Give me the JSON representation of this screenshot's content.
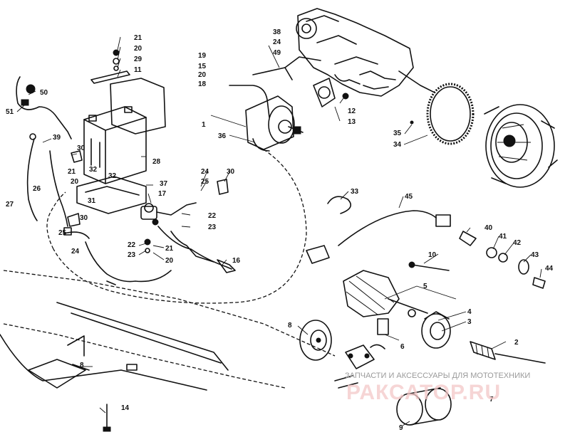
{
  "callouts": [
    {
      "id": "c1",
      "text": "1"
    },
    {
      "id": "c2",
      "text": "2"
    },
    {
      "id": "c3",
      "text": "3"
    },
    {
      "id": "c4",
      "text": "4"
    },
    {
      "id": "c5",
      "text": "5"
    },
    {
      "id": "c6",
      "text": "6"
    },
    {
      "id": "c7",
      "text": "7"
    },
    {
      "id": "c8",
      "text": "8"
    },
    {
      "id": "c9",
      "text": "9"
    },
    {
      "id": "c10",
      "text": "10"
    },
    {
      "id": "c11",
      "text": "11"
    },
    {
      "id": "c12",
      "text": "12"
    },
    {
      "id": "c13",
      "text": "13"
    },
    {
      "id": "c14",
      "text": "14"
    },
    {
      "id": "c15",
      "text": "15"
    },
    {
      "id": "c16",
      "text": "16"
    },
    {
      "id": "c17",
      "text": "17"
    },
    {
      "id": "c18",
      "text": "18"
    },
    {
      "id": "c19",
      "text": "19"
    },
    {
      "id": "c20",
      "text": "20"
    },
    {
      "id": "c21",
      "text": "21"
    },
    {
      "id": "c22",
      "text": "22"
    },
    {
      "id": "c23",
      "text": "23"
    },
    {
      "id": "c24",
      "text": "24"
    },
    {
      "id": "c25",
      "text": "25"
    },
    {
      "id": "c26",
      "text": "26"
    },
    {
      "id": "c27",
      "text": "27"
    },
    {
      "id": "c28",
      "text": "28"
    },
    {
      "id": "c29",
      "text": "29"
    },
    {
      "id": "c30",
      "text": "30"
    },
    {
      "id": "c31",
      "text": "31"
    },
    {
      "id": "c32",
      "text": "32"
    },
    {
      "id": "c33",
      "text": "33"
    },
    {
      "id": "c34",
      "text": "34"
    },
    {
      "id": "c35",
      "text": "35"
    },
    {
      "id": "c36",
      "text": "36"
    },
    {
      "id": "c37",
      "text": "37"
    },
    {
      "id": "c38",
      "text": "38"
    },
    {
      "id": "c39",
      "text": "39"
    },
    {
      "id": "c40",
      "text": "40"
    },
    {
      "id": "c41",
      "text": "41"
    },
    {
      "id": "c42",
      "text": "42"
    },
    {
      "id": "c43",
      "text": "43"
    },
    {
      "id": "c44",
      "text": "44"
    },
    {
      "id": "c45",
      "text": "45"
    },
    {
      "id": "c49",
      "text": "49"
    },
    {
      "id": "c50",
      "text": "50"
    },
    {
      "id": "c51",
      "text": "51"
    }
  ],
  "watermark": {
    "tagline": "ЗАПЧАСТИ И АКСЕССУАРЫ ДЛЯ МОТОТЕХНИКИ",
    "logo": "РАКСАТОР.RU"
  }
}
